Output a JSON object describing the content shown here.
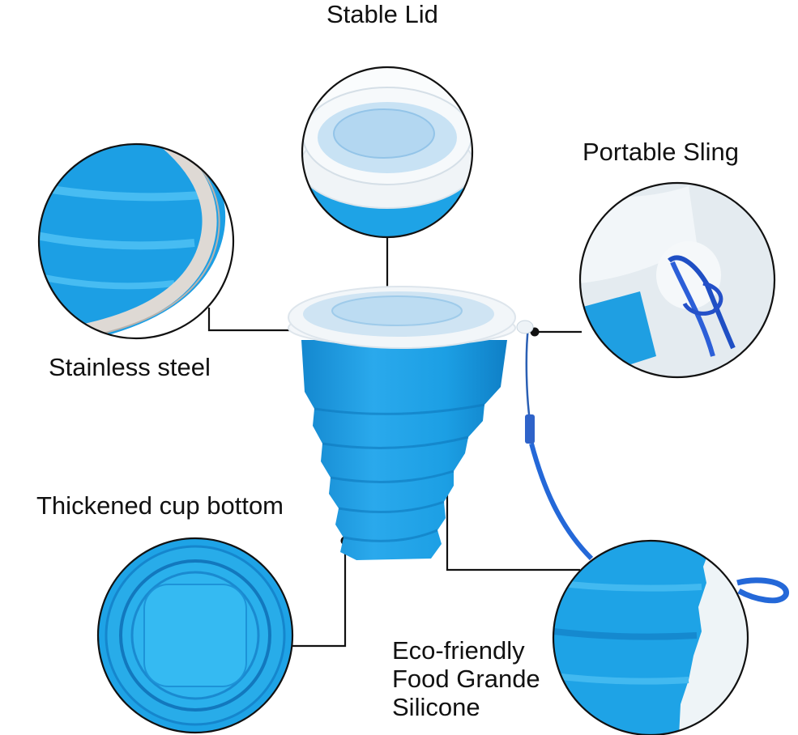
{
  "labels": {
    "stable_lid": "Stable Lid",
    "portable_sling": "Portable Sling",
    "stainless_steel": "Stainless steel",
    "thickened_bottom": "Thickened cup bottom",
    "eco_line1": "Eco-friendly",
    "eco_line2": "Food Grande",
    "eco_line3": "Silicone"
  },
  "colors": {
    "silicone_blue": "#1ea3e6",
    "silicone_light": "#43b8f0",
    "silicone_dark": "#0e7cc4",
    "lid_white": "#eef3f7",
    "strap_blue": "#1f5fc8",
    "callout_line": "#111111"
  }
}
